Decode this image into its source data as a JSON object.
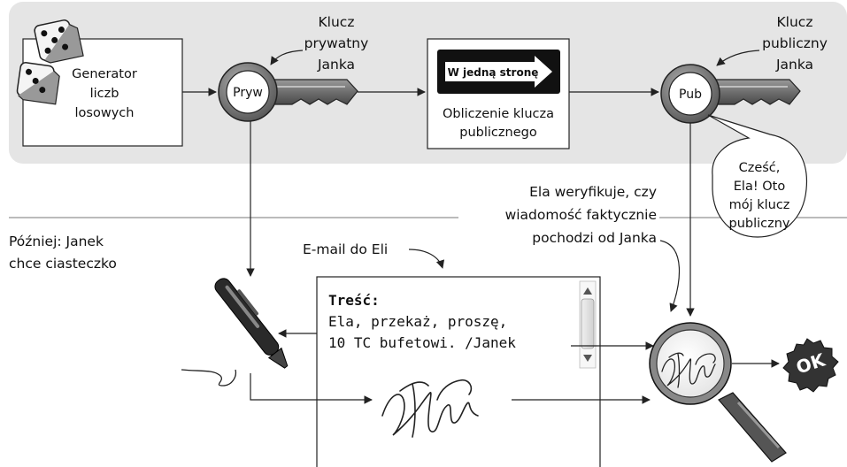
{
  "generator": {
    "line1": "Generator",
    "line2": "liczb",
    "line3": "losowych"
  },
  "private_key": {
    "badge": "Pryw",
    "caption_line1": "Klucz",
    "caption_line2": "prywatny",
    "caption_line3": "Janka"
  },
  "computation": {
    "sign_text": "W jedną stronę",
    "line1": "Obliczenie klucza",
    "line2": "publicznego"
  },
  "public_key": {
    "badge": "Pub",
    "caption_line1": "Klucz",
    "caption_line2": "publiczny",
    "caption_line3": "Janka"
  },
  "speech_bubble": {
    "line1": "Cześć,",
    "line2": "Ela! Oto",
    "line3": "mój klucz",
    "line4": "publiczny"
  },
  "verify_caption": {
    "line1": "Ela weryfikuje, czy",
    "line2": "wiadomość faktycznie",
    "line3": "pochodzi od Janka"
  },
  "later_caption": {
    "line1": "Później: Janek",
    "line2": "chce ciasteczko"
  },
  "email": {
    "caption": "E-mail do Eli",
    "heading": "Treść:",
    "body_line1": "Ela, przekaż, proszę,",
    "body_line2": "10 TC bufetowi. /Janek"
  },
  "result": {
    "ok_text": "OK"
  }
}
